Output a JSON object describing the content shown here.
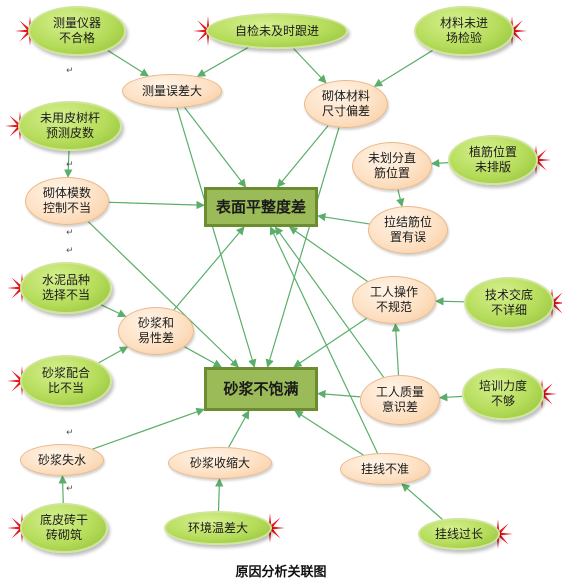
{
  "caption": "原因分析关联图",
  "centers": [
    {
      "id": "biaomian",
      "label": "表面平整度差"
    },
    {
      "id": "shajiang",
      "label": "砂浆不饱满"
    }
  ],
  "root_causes": [
    {
      "id": "yiqi",
      "label": "测量仪器\n不合格"
    },
    {
      "id": "zijian",
      "label": "自检未及时跟进"
    },
    {
      "id": "cailiao_jy",
      "label": "材料未进\n场检验"
    },
    {
      "id": "pichigan",
      "label": "未用皮树杆\n预测皮数"
    },
    {
      "id": "zhijin",
      "label": "植筋位置\n未排版"
    },
    {
      "id": "shuini",
      "label": "水泥品种\n选择不当"
    },
    {
      "id": "jishu",
      "label": "技术交底\n不详细"
    },
    {
      "id": "peihe",
      "label": "砂浆配合\n比不当"
    },
    {
      "id": "peixun",
      "label": "培训力度\n不够"
    },
    {
      "id": "dizhuan",
      "label": "底皮砖干\n砖砌筑"
    },
    {
      "id": "wencha",
      "label": "环境温差大"
    },
    {
      "id": "guaxian_gc",
      "label": "挂线过长"
    }
  ],
  "intermediate_causes": [
    {
      "id": "wucha",
      "label": "测量误差大"
    },
    {
      "id": "chicun",
      "label": "砌体材料\n尺寸偏差"
    },
    {
      "id": "mushu",
      "label": "砌体模数\n控制不当"
    },
    {
      "id": "jinwei",
      "label": "未划分直\n筋位置"
    },
    {
      "id": "lajin",
      "label": "拉结筋位\n置有误"
    },
    {
      "id": "caozuo",
      "label": "工人操作\n不规范"
    },
    {
      "id": "heyi",
      "label": "砂浆和\n易性差"
    },
    {
      "id": "zhiliang",
      "label": "工人质量\n意识差"
    },
    {
      "id": "shishui",
      "label": "砂浆失水"
    },
    {
      "id": "shousuo",
      "label": "砂浆收缩大"
    },
    {
      "id": "guaxian_bz",
      "label": "挂线不准"
    }
  ],
  "paragraph_mark": "↵",
  "colors": {
    "center_fill": "#9bbb59",
    "center_border": "#6b8d2f",
    "root_fill": "#b5dc5a",
    "intermediate_fill": "#fde1c4",
    "edge": "#5aae6a",
    "star": "#e8141e"
  }
}
